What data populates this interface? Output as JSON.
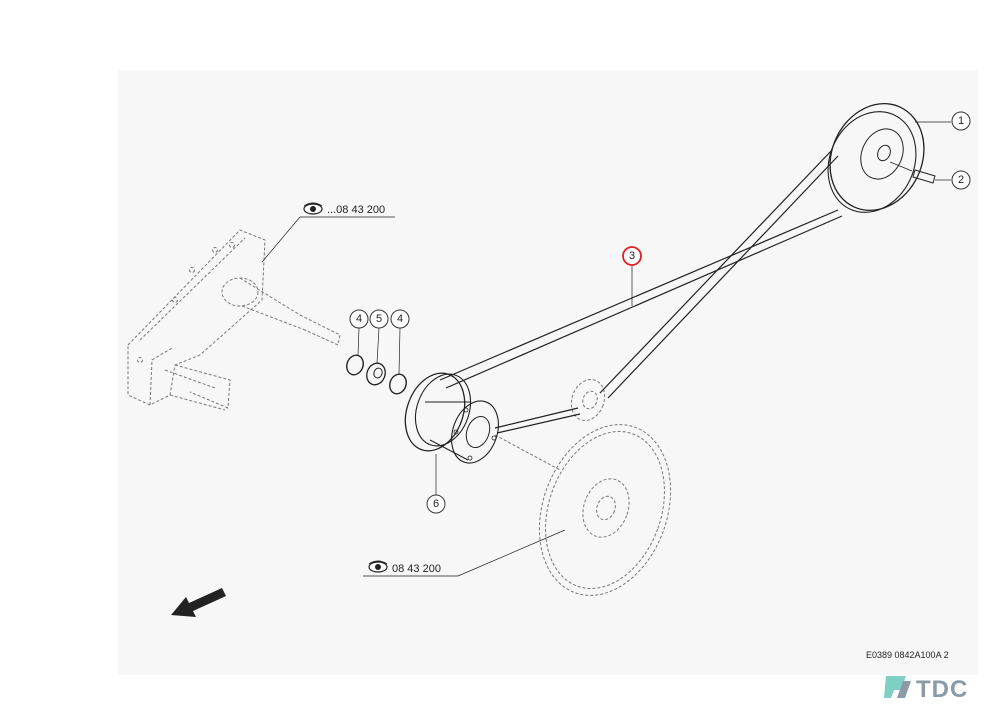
{
  "diagram": {
    "callouts": [
      {
        "id": "c1",
        "label": "1",
        "highlighted": false
      },
      {
        "id": "c2",
        "label": "2",
        "highlighted": false
      },
      {
        "id": "c3",
        "label": "3",
        "highlighted": true
      },
      {
        "id": "c4a",
        "label": "4",
        "highlighted": false
      },
      {
        "id": "c5",
        "label": "5",
        "highlighted": false
      },
      {
        "id": "c4b",
        "label": "4",
        "highlighted": false
      },
      {
        "id": "c6",
        "label": "6",
        "highlighted": false
      }
    ],
    "references": [
      {
        "id": "ref-top",
        "icon": "eye-icon",
        "text": "...08 43 200"
      },
      {
        "id": "ref-bottom",
        "icon": "eye-icon",
        "text": "08 43 200"
      }
    ],
    "drawing_code": "E0389 0842A100A 2",
    "logo_text": "TDC",
    "colors": {
      "highlight": "#e02020",
      "ink": "#222222",
      "logo": "#8a9aa6",
      "logo_mark": "#7fd0c4"
    }
  }
}
